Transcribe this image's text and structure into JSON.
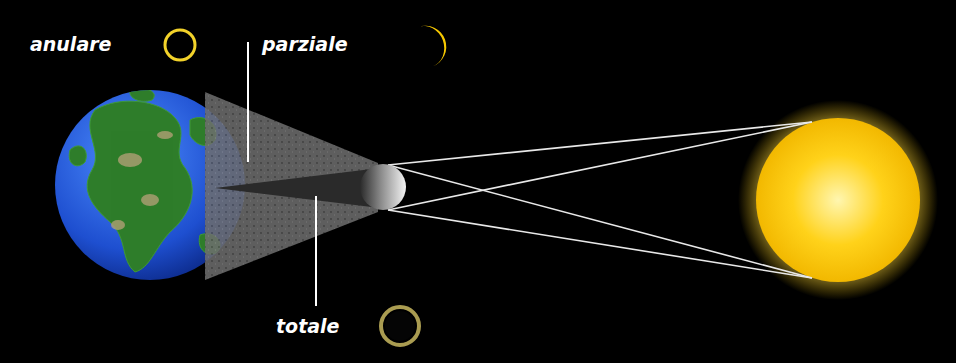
{
  "diagram": {
    "labels": [
      "anulare",
      "parziale",
      "totale"
    ]
  }
}
